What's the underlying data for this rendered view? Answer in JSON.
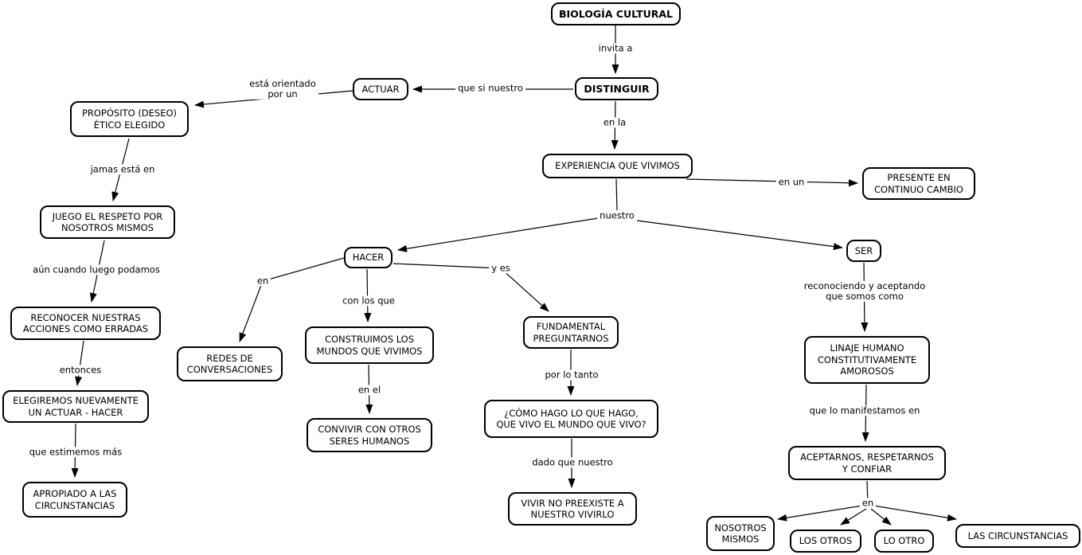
{
  "diagram": {
    "title": "BIOLOGÍA CULTURAL",
    "background_color": "#ffffff",
    "line_color": "#000000",
    "node_fill_color": "#ffffff",
    "nodes": {
      "biologia_cultural": {
        "label": "BIOLOGÍA CULTURAL"
      },
      "distinguir": {
        "label": "DISTINGUIR"
      },
      "actuar": {
        "label": "ACTUAR"
      },
      "proposito": {
        "label": "PROPÓSITO (DESEO)\nÉTICO ELEGIDO"
      },
      "juego": {
        "label": "JUEGO EL RESPETO POR\nNOSOTROS MISMOS"
      },
      "reconocer": {
        "label": "RECONOCER NUESTRAS\nACCIONES COMO ERRADAS"
      },
      "elegiremos": {
        "label": "ELEGIREMOS NUEVAMENTE\nUN ACTUAR - HACER"
      },
      "apropiado": {
        "label": "APROPIADO A LAS\nCIRCUNSTANCIAS"
      },
      "experiencia": {
        "label": "EXPERIENCIA QUE VIVIMOS"
      },
      "presente": {
        "label": "PRESENTE EN\nCONTINUO CAMBIO"
      },
      "hacer": {
        "label": "HACER"
      },
      "ser": {
        "label": "SER"
      },
      "redes": {
        "label": "REDES DE\nCONVERSACIONES"
      },
      "construimos": {
        "label": "CONSTRUIMOS LOS\nMUNDOS QUE VIVIMOS"
      },
      "convivir": {
        "label": "CONVIVIR CON OTROS\nSERES HUMANOS"
      },
      "fundamental": {
        "label": "FUNDAMENTAL\nPREGUNTARNOS"
      },
      "como_hago": {
        "label": "¿CÓMO HAGO LO QUE HAGO,\nQUE VIVO EL MUNDO QUE VIVO?"
      },
      "vivir": {
        "label": "VIVIR NO PREEXISTE A\nNUESTRO VIVIRLO"
      },
      "linaje": {
        "label": "LINAJE HUMANO\nCONSTITUTIVAMENTE\nAMOROSOS"
      },
      "aceptarnos": {
        "label": "ACEPTARNOS, RESPETARNOS\nY CONFIAR"
      },
      "nosotros_mismos": {
        "label": "NOSOTROS\nMISMOS"
      },
      "los_otros": {
        "label": "LOS OTROS"
      },
      "lo_otro": {
        "label": "LO OTRO"
      },
      "las_circunstancias": {
        "label": "LAS CIRCUNSTANCIAS"
      }
    },
    "link_labels": {
      "invita_a": "invita a",
      "que_si_nuestro": "que si nuestro",
      "esta_orientado": "está orientado\npor un",
      "jamas_esta_en": "jamas está en",
      "aun_cuando": "aún cuando luego podamos",
      "entonces": "entonces",
      "que_estimemos": "que estimemos más",
      "en_la": "en la",
      "en_un": "en un",
      "nuestro": "nuestro",
      "en_hacer": "en",
      "con_los_que": "con los que",
      "y_es": "y es",
      "en_el": "en el",
      "por_lo_tanto": "por lo tanto",
      "dado_que_nuestro": "dado que nuestro",
      "reconociendo": "reconociendo y aceptando\nque somos como",
      "que_lo_manifestamos": "que lo manifestamos en",
      "en_ser": "en"
    },
    "edges": [
      {
        "from": "biologia_cultural",
        "label": "invita a",
        "to": "distinguir"
      },
      {
        "from": "distinguir",
        "label": "que si nuestro",
        "to": "actuar"
      },
      {
        "from": "actuar",
        "label": "está orientado por un",
        "to": "proposito"
      },
      {
        "from": "proposito",
        "label": "jamas está en",
        "to": "juego"
      },
      {
        "from": "juego",
        "label": "aún cuando luego podamos",
        "to": "reconocer"
      },
      {
        "from": "reconocer",
        "label": "entonces",
        "to": "elegiremos"
      },
      {
        "from": "elegiremos",
        "label": "que estimemos más",
        "to": "apropiado"
      },
      {
        "from": "distinguir",
        "label": "en la",
        "to": "experiencia"
      },
      {
        "from": "experiencia",
        "label": "en un",
        "to": "presente"
      },
      {
        "from": "experiencia",
        "label": "nuestro",
        "to": "hacer"
      },
      {
        "from": "experiencia",
        "label": "nuestro",
        "to": "ser"
      },
      {
        "from": "hacer",
        "label": "en",
        "to": "redes"
      },
      {
        "from": "hacer",
        "label": "con los que",
        "to": "construimos"
      },
      {
        "from": "hacer",
        "label": "y es",
        "to": "fundamental"
      },
      {
        "from": "construimos",
        "label": "en el",
        "to": "convivir"
      },
      {
        "from": "fundamental",
        "label": "por lo tanto",
        "to": "como_hago"
      },
      {
        "from": "como_hago",
        "label": "dado que nuestro",
        "to": "vivir"
      },
      {
        "from": "ser",
        "label": "reconociendo y aceptando que somos como",
        "to": "linaje"
      },
      {
        "from": "linaje",
        "label": "que lo manifestamos en",
        "to": "aceptarnos"
      },
      {
        "from": "aceptarnos",
        "label": "en",
        "to": "nosotros_mismos"
      },
      {
        "from": "aceptarnos",
        "label": "en",
        "to": "los_otros"
      },
      {
        "from": "aceptarnos",
        "label": "en",
        "to": "lo_otro"
      },
      {
        "from": "aceptarnos",
        "label": "en",
        "to": "las_circunstancias"
      }
    ]
  }
}
